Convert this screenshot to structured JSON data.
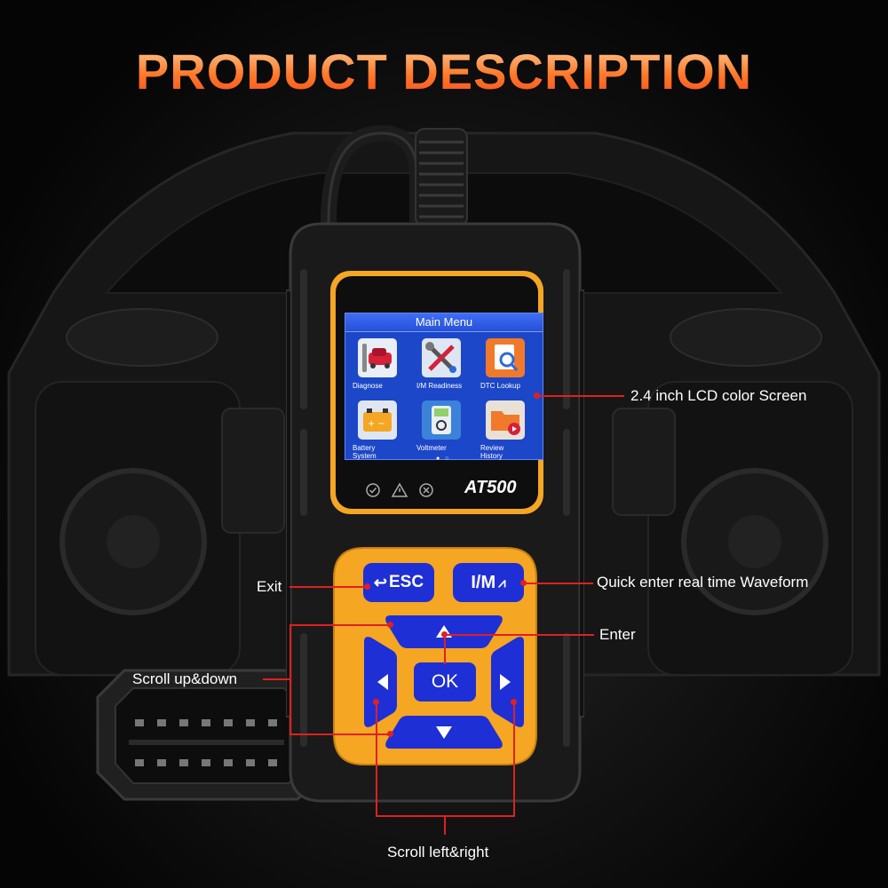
{
  "heading": "PRODUCT DESCRIPTION",
  "device": {
    "model": "AT500",
    "screen": {
      "menu_title": "Main Menu",
      "tiles": [
        {
          "label": "Diagnose",
          "icon": "car-wrench-icon"
        },
        {
          "label": "I/M Readiness",
          "icon": "tools-icon"
        },
        {
          "label": "DTC Lookup",
          "icon": "document-search-icon"
        },
        {
          "label": "Battery\nSystem",
          "icon": "battery-icon"
        },
        {
          "label": "Voltmeter",
          "icon": "voltmeter-icon"
        },
        {
          "label": "Review\nHistory",
          "icon": "folder-play-icon"
        }
      ],
      "pager": "● ○"
    },
    "status_icons": [
      "check-circle-icon",
      "warning-triangle-icon",
      "cross-circle-icon"
    ],
    "buttons": {
      "esc": "ESC",
      "im": "I/M",
      "ok": "OK"
    }
  },
  "callouts": {
    "screen": "2.4 inch LCD color Screen",
    "exit": "Exit",
    "waveform": "Quick enter real time Waveform",
    "enter": "Enter",
    "scroll_updown": "Scroll up&down",
    "scroll_leftright": "Scroll left&right"
  },
  "colors": {
    "accent_orange": "#f5a623",
    "button_blue": "#1f2fd6",
    "callout_red": "#e02020",
    "screen_blue": "#1d47c9"
  }
}
